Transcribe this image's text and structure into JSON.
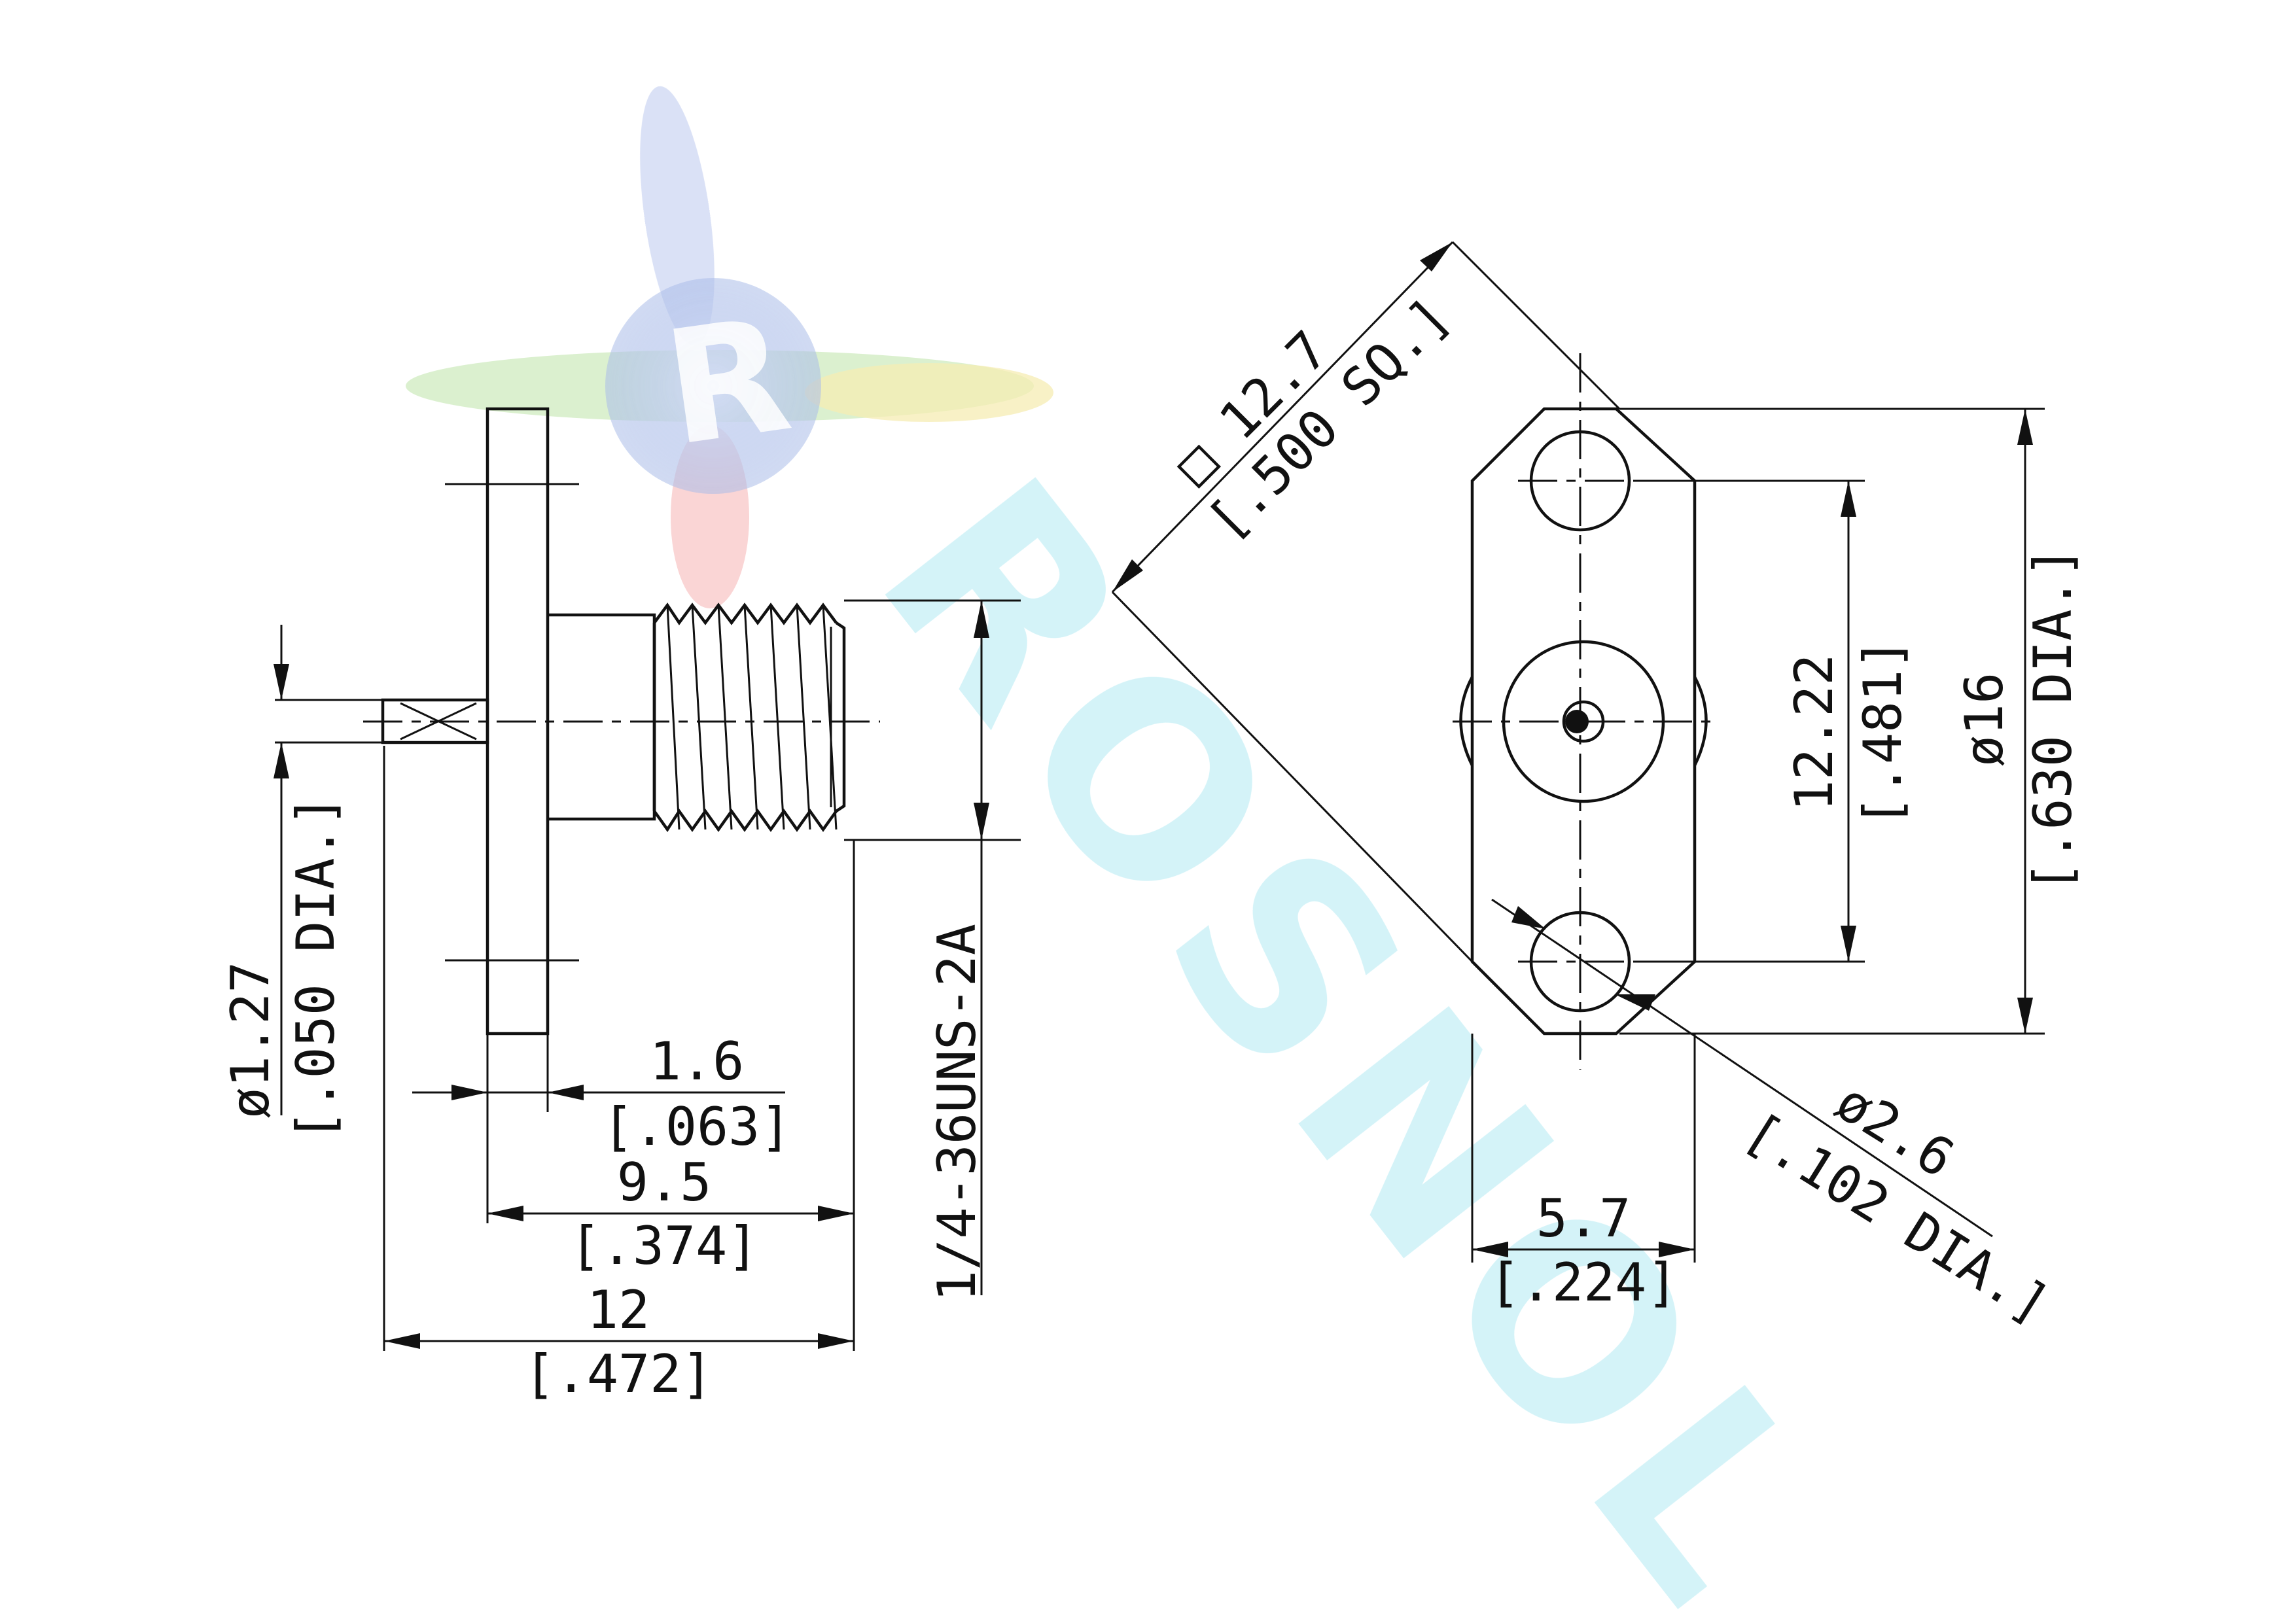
{
  "watermark": {
    "logo_letter": "R",
    "brand_text": "ROSNOL",
    "colors": {
      "blue": "#8ea6e0",
      "green": "#9bd07a",
      "yellow": "#f2e487",
      "red": "#f08080",
      "cyan": "#aeeaf3"
    }
  },
  "side_view": {
    "pin_diameter": {
      "mm": "ø1.27",
      "inch": "[.050 DIA.]"
    },
    "flange_thickness": {
      "mm": "1.6",
      "inch": "[.063]"
    },
    "body_length": {
      "mm": "9.5",
      "inch": "[.374]"
    },
    "overall_length": {
      "mm": "12",
      "inch": "[.472]"
    },
    "thread_spec": "1/4-36UNS-2A"
  },
  "front_view": {
    "flange_square": {
      "mm": "□ 12.7",
      "inch": "[.500 SQ.]"
    },
    "hole_spacing": {
      "mm": "12.22",
      "inch": "[.481]"
    },
    "flange_diameter": {
      "mm": "ø16",
      "inch": "[.630 DIA.]"
    },
    "hole_diameter": {
      "mm": "ø2.6",
      "inch": "[.102 DIA.]"
    },
    "flange_width": {
      "mm": "5.7",
      "inch": "[.224]"
    }
  }
}
